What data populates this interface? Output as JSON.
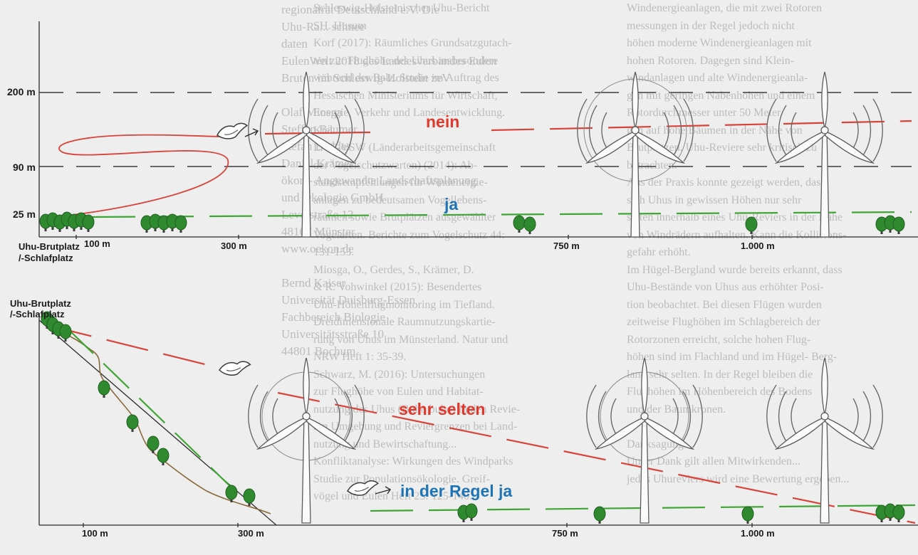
{
  "panel_top": {
    "height_labels": [
      "200 m",
      "90 m",
      "25 m"
    ],
    "origin_label_line1": "Uhu-Brutplatz",
    "origin_label_line2": "/-Schlafplatz",
    "distance_labels": [
      "100 m",
      "300 m",
      "750 m",
      "1.000 m"
    ],
    "label_high": "nein",
    "label_low": "ja"
  },
  "panel_bottom": {
    "origin_label_line1": "Uhu-Brutplatz",
    "origin_label_line2": "/-Schlafplatz",
    "distance_labels": [
      "100 m",
      "300 m",
      "750 m",
      "1.000 m"
    ],
    "label_high": "sehr selten",
    "label_low": "in der Regel ja"
  },
  "colors": {
    "red_line": "#d8433a",
    "green_line": "#3fa535",
    "label_red": "#e2382b",
    "label_blue": "#1f74b6",
    "tree": "#2f8a2f",
    "turbine": "#5b5b5b",
    "background": "#efeeee"
  },
  "background_text": {
    "col1": "regionalrat Deutschland e.V. Die\nUhu-Ra... schnee\ndaten\nEulenWelt 2018 des Landesverbandes Eulen\nBruten im Schleswig-Holstein zeV\n\nOlaf Miosga\nSteffen Bäumer\nStefan Beddes\nDaniel Krämer\nökon - Angewandte Landschaftsplanung\nund Ökologie GmbH\nLeverstraße 12\n48167 Münster\nwww.oekon.de\n\nBernd Kaiser\nUniversität Duisburg-Essen\nFachbereich Biologie\nUniversitätsstraße 10\n44801 Bochum",
    "col2": "Schleswig-Holsteinischer Uhu-Bericht\nSH. Husum\nKorf (2017): Räumliches Grundsatzgutach-\nten zur Flughöhe des Uhus insbesondere\nwährend der Balz. Studie im Auftrag des\nHessischen Ministeriums für Wirtschaft,\nEnergie, Verkehr und Landesentwicklung.\nKiel.\nLAG-VSW (Länderarbeitsgemeinschaft\nder Vogelschutzwarten) (2014): Ab-\nstandsempfehlungen für Windenergie-\nanlagen zu bedeutsamen Vogellebens-\nräumen sowie Brutplätzen ausgewählter\nVogelarten. Berichte zum Vogelschutz 44:\n151-153.\nMiosga, O., Gerdes, S., Krämer, D.\n& R. Vohwinkel (2015): Besendertes\nUhu-Höhenflugmonitoring im Tiefland.\nDreidimensionale Raumnutzungskartie-\nrung von Uhus im Münsterland. Natur und\nNRW Heft 1: 35-39.\nSchwarz, M. (2016): Untersuchungen\nzur Flughöhe von Eulen und Habitat-\nnutzung des Uhus (Bubo bubo) in den Revie-\nren Umgebung und Reviergrenzen bei Land-\nnutzung und Bewirtschaftung...\nKonfliktanalyse: Wirkungen des Windparks\nStudie zur Populationsökologie. Greif-\nvögel und Eulen Heft 25: 125-140.",
    "col3": "Windenergieanlagen, die mit zwei Rotoren\nmessungen in der Regel jedoch nicht\nhöhen moderne Windenergieanlagen mit\nhohen Rotoren. Dagegen sind Klein-\nwindanlagen und alte Windenergieanla-\ngen mit geringen Nabenhöhen und einem\nRotordurchmesser unter 50 Meter\ngen auf hohe Bäumen in der Nähe von\nBrutplätzen. Uhu-Reviere sehr kritisch zu\nbetrachten.\nAus der Praxis konnte gezeigt werden, dass\nsich Uhus in gewissen Höhen nur sehr\nselten innerhalb eines Uhu-Reviers in der Nähe\nvon Windrädern aufhalten. Kann die Kollisions-\ngefahr erhöht.\nIm Hügel-Bergland wurde bereits erkannt, dass\nUhu-Bestände von Uhus aus erhöhter Posi-\ntion beobachtet. Bei diesen Flügen wurden\nzeitweise Flughöhen im Schlagbereich der\nRotorzonen erreicht, solche hohen Flug-\nhöhen sind im Flachland und im Hügel- Berg-\nland sehr selten. In der Regel bleiben die\nFlughöhen im Höhenbereich des Bodens\nund der Baumkronen.\n\nDanksagung\nUnser Dank gilt allen Mitwirkenden...\njedes Uhureviers wird eine Bewertung ergeben..."
  }
}
